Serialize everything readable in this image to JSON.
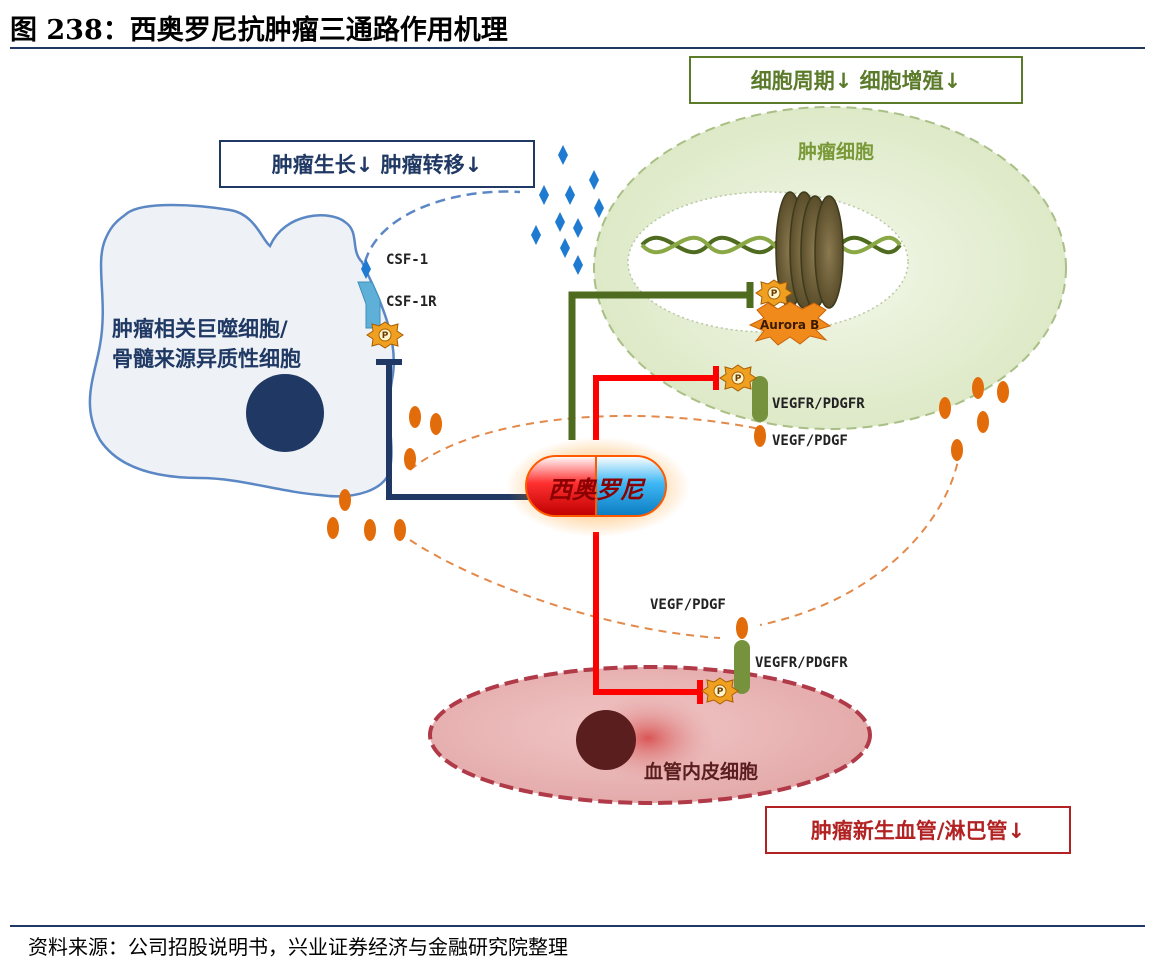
{
  "title": "图 238：西奥罗尼抗肿瘤三通路作用机理",
  "source": "资料来源：公司招股说明书，兴业证券经济与金融研究院整理",
  "boxes": {
    "tumor_growth": "肿瘤生长↓ 肿瘤转移↓",
    "cell_cycle": "细胞周期↓  细胞增殖↓",
    "angiogenesis": "肿瘤新生血管/淋巴管↓"
  },
  "cells": {
    "macrophage_line1": "肿瘤相关巨噬细胞/",
    "macrophage_line2": "骨髓来源异质性细胞",
    "tumor_cell": "肿瘤细胞",
    "endothelial": "血管内皮细胞"
  },
  "labels": {
    "csf1": "CSF-1",
    "csf1r": "CSF-1R",
    "aurora": "Aurora B",
    "vegfr_top": "VEGFR/PDGFR",
    "vegf_top": "VEGF/PDGF",
    "vegf_bottom": "VEGF/PDGF",
    "vegfr_bottom": "VEGFR/PDGFR",
    "phospho": "P"
  },
  "drug": "西奥罗尼",
  "colors": {
    "navy": "#1f3864",
    "olive": "#5b7a2a",
    "red": "#ff0000",
    "orange": "#e36c0a",
    "diamond_blue": "#1f7ad1"
  }
}
